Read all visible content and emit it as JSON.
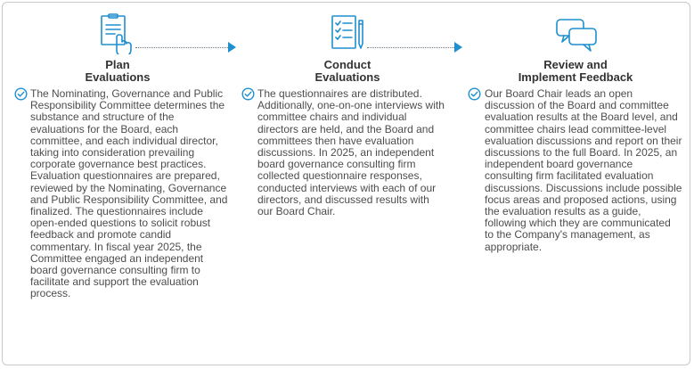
{
  "steps": [
    {
      "icon": "clipboard-hand-icon",
      "title_line1": "Plan",
      "title_line2": "Evaluations",
      "text": "The Nominating, Governance and Public Responsibility Committee determines the substance and structure of the evaluations for the Board, each committee, and each individual director, taking into consideration prevailing corporate governance best practices. Evaluation questionnaires are prepared, reviewed by the Nominating, Governance and Public Responsibility Committee, and finalized. The questionnaires include open-ended questions to solicit robust feedback and promote candid commentary. In fiscal year 2025, the Committee engaged an independent board governance consulting firm to facilitate and support the evaluation process."
    },
    {
      "icon": "checklist-pencil-icon",
      "title_line1": "Conduct",
      "title_line2": "Evaluations",
      "text": "The questionnaires are distributed. Additionally, one-on-one interviews with committee chairs and individual directors are held, and the Board and committees then have evaluation discussions. In 2025, an independent board governance consulting firm collected questionnaire responses, conducted interviews with each of our directors, and discussed results with our Board Chair."
    },
    {
      "icon": "speech-bubbles-icon",
      "title_line1": "Review and",
      "title_line2": "Implement Feedback",
      "text": "Our Board Chair leads an open discussion of the Board and committee evaluation results at the Board level, and committee chairs lead committee-level evaluation discussions and report on their discussions to the full Board. In 2025, an independent board governance consulting firm facilitated evaluation discussions. Discussions include possible focus areas and proposed actions, using the evaluation results as a guide, following which they are communicated to the Company's management, as appropriate."
    }
  ],
  "colors": {
    "accent": "#1e8fcf",
    "text": "#4d4d4d",
    "connector": "#6e7a85",
    "border": "#c9c9c9"
  }
}
